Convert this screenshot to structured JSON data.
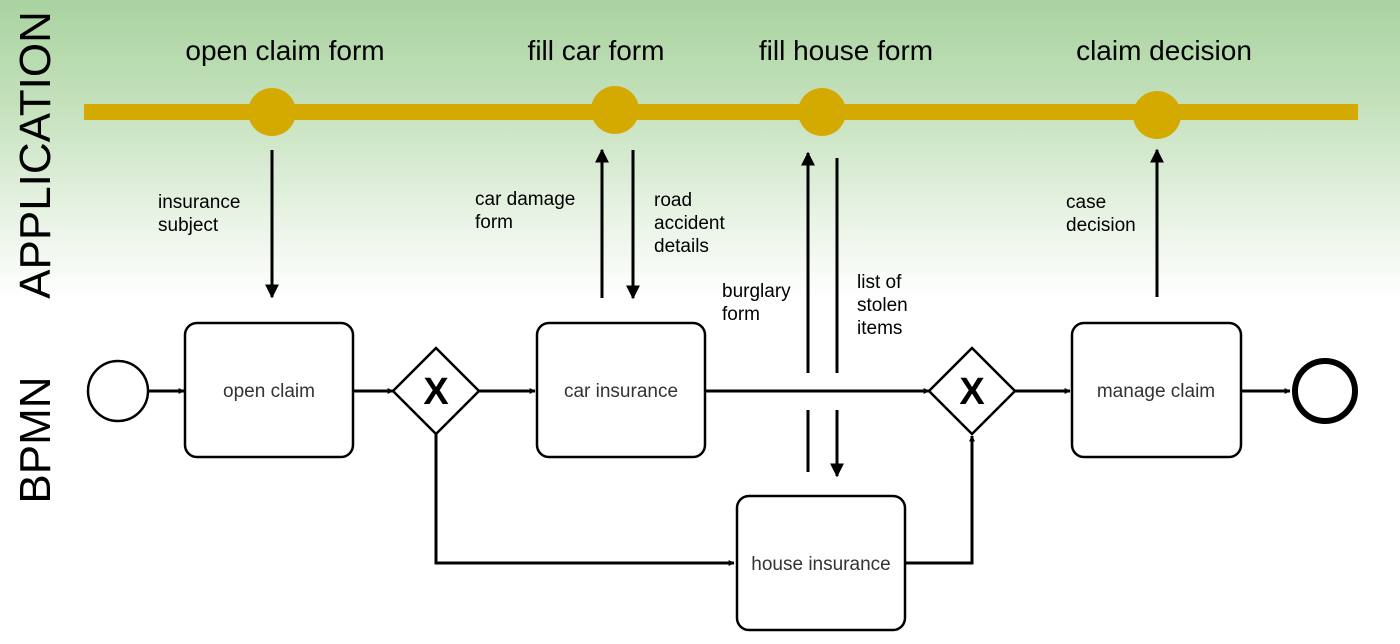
{
  "lanes": {
    "application": "APPLICATION",
    "bpmn": "BPMN"
  },
  "milestones": [
    "open claim form",
    "fill car form",
    "fill house form",
    "claim decision"
  ],
  "data_flows": {
    "insurance_subject": [
      "insurance",
      "subject"
    ],
    "car_damage_form": [
      "car damage",
      "form"
    ],
    "road_accident_details": [
      "road",
      "accident",
      "details"
    ],
    "burglary_form": [
      "burglary",
      "form"
    ],
    "list_of_stolen_items": [
      "list of",
      "stolen",
      "items"
    ],
    "case_decision": [
      "case",
      "decision"
    ]
  },
  "tasks": {
    "open_claim": "open claim",
    "car_insurance": "car insurance",
    "house_insurance": "house insurance",
    "manage_claim": "manage claim"
  },
  "gateways": {
    "split_symbol": "X",
    "join_symbol": "X"
  },
  "colors": {
    "timeline": "#d4a900",
    "milestone": "#d4a900",
    "gradient_top": "#a9d3a0",
    "stroke": "#000000"
  }
}
